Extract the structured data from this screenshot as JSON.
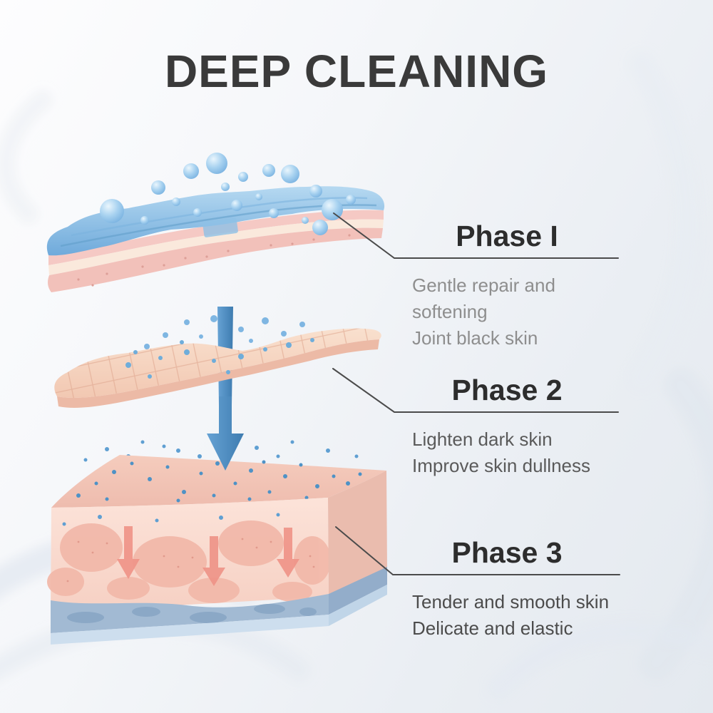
{
  "title": "DEEP CLEANING",
  "phases": [
    {
      "label": "Phase I",
      "desc1": "Gentle repair and softening",
      "desc2": "Joint black skin"
    },
    {
      "label": "Phase 2",
      "desc1": "Lighten dark skin",
      "desc2": "Improve skin dullness"
    },
    {
      "label": "Phase 3",
      "desc1": "Tender and smooth skin",
      "desc2": "Delicate and elastic"
    }
  ],
  "icons": {
    "down_arrow": "down-arrow-between-skin-layers",
    "bubbles": "cleansing-bubbles"
  },
  "colors": {
    "title_text": "#3a3a3a",
    "phase_label_text": "#2d2d2d",
    "phase1_desc_text": "#8e8e8e",
    "phase2_desc_text": "#5a5a5a",
    "phase3_desc_text": "#4c4c4c",
    "callout_line": "#4b4b4b",
    "bubble_blue": "#6ea9dc",
    "layer_blue": "#7fb6de",
    "skin_pink": "#f3c6bb",
    "mesh_peach": "#f6d6c4",
    "deep_layer_blue": "#a2bad3",
    "arrow_blue": "#4a8bc0",
    "coral_arrow": "#ef9488"
  }
}
